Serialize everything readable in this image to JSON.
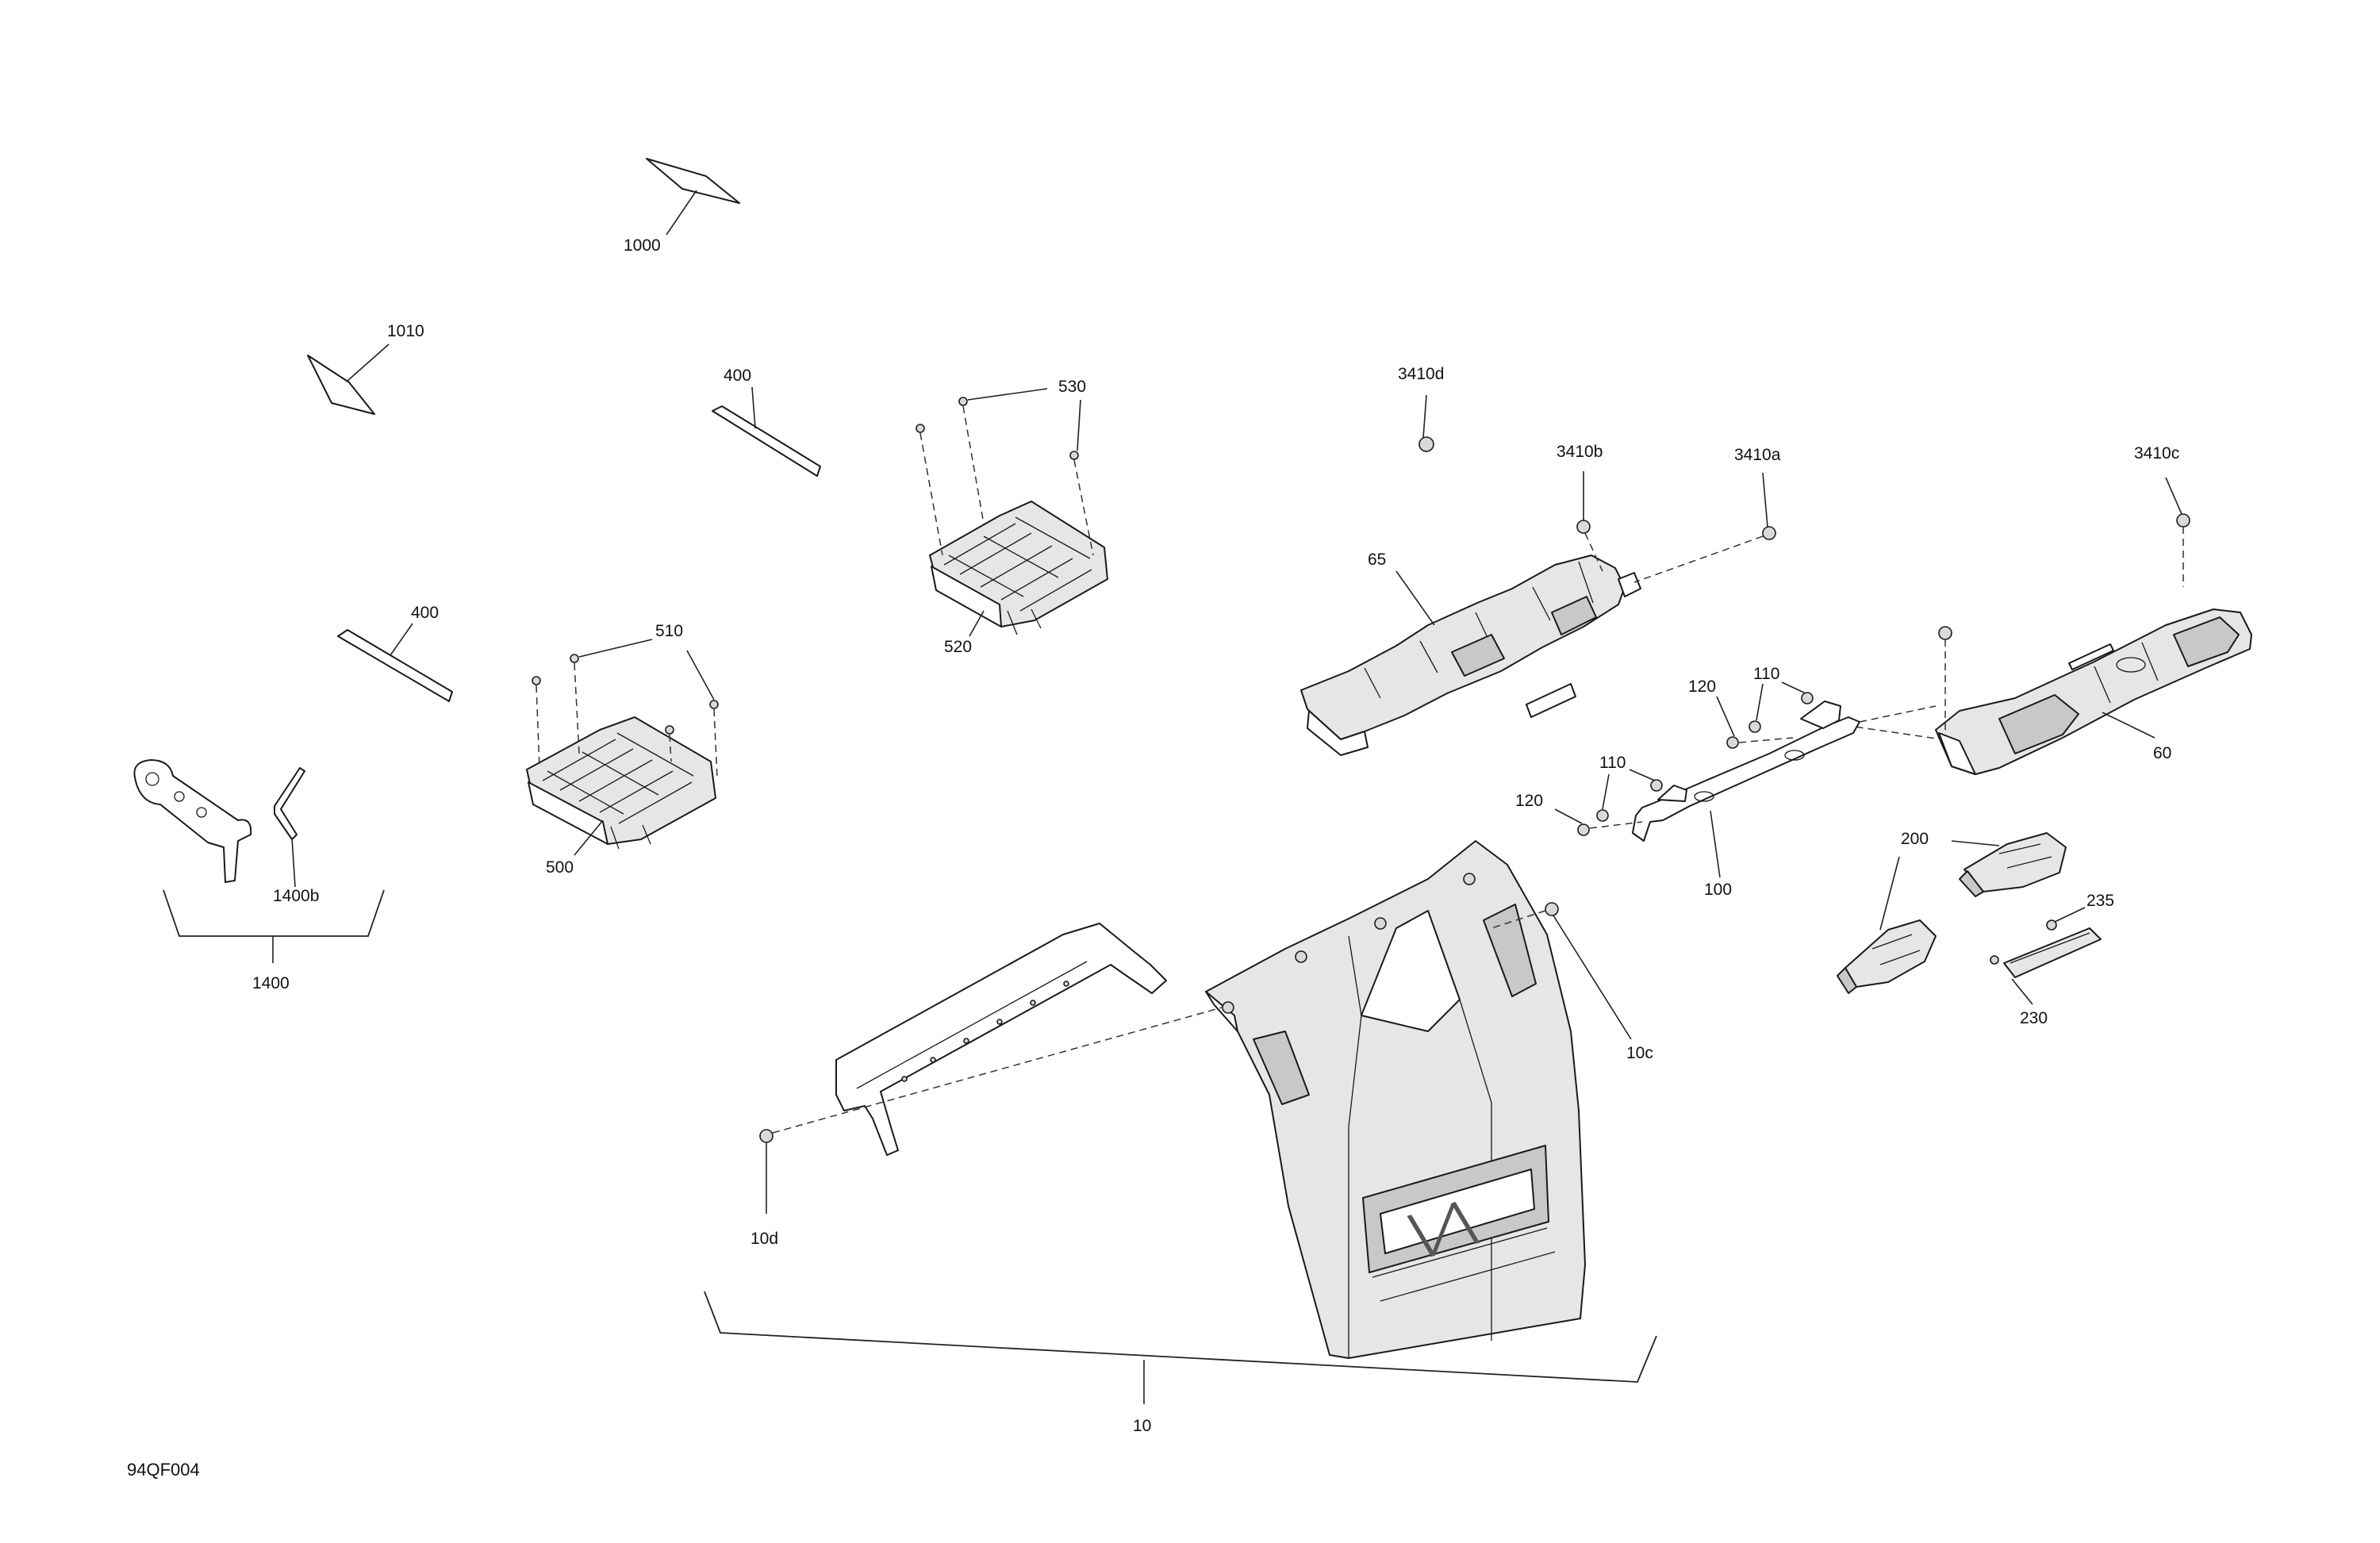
{
  "reference_code": "94QF004",
  "callouts": {
    "c1000": "1000",
    "c1010": "1010",
    "c400a": "400",
    "c400b": "400",
    "c530": "530",
    "c520": "520",
    "c510": "510",
    "c500": "500",
    "c1400b": "1400b",
    "c1400": "1400",
    "c3410d": "3410d",
    "c3410b": "3410b",
    "c3410a": "3410a",
    "c3410c": "3410c",
    "c65": "65",
    "c60": "60",
    "c120a": "120",
    "c110a": "110",
    "c110b": "110",
    "c120b": "120",
    "c100": "100",
    "c200": "200",
    "c235": "235",
    "c230": "230",
    "c10c": "10c",
    "c10d": "10d",
    "c10": "10"
  }
}
